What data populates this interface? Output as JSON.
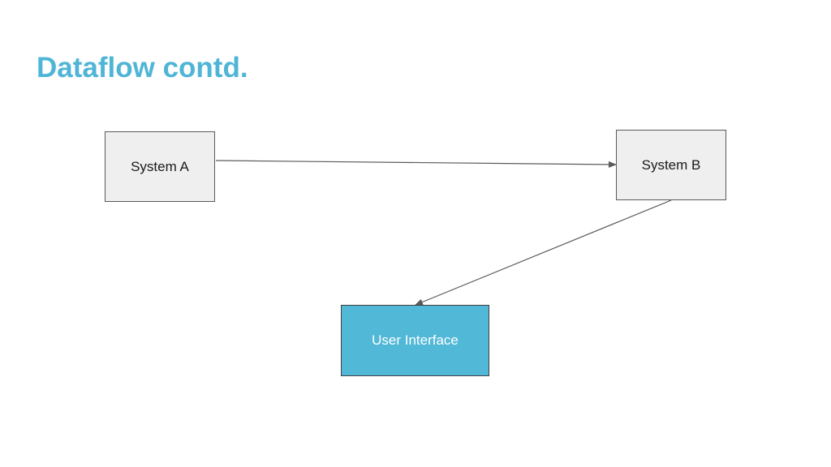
{
  "title": "Dataflow contd.",
  "nodes": {
    "system_a": "System A",
    "system_b": "System B",
    "user_interface": "User Interface"
  },
  "edges": [
    {
      "from": "System A",
      "to": "System B"
    },
    {
      "from": "System B",
      "to": "User Interface"
    }
  ],
  "colors": {
    "title": "#4fb5d6",
    "node_fill": "#efefef",
    "ui_fill": "#51b8d7",
    "stroke": "#5a5a5a"
  }
}
